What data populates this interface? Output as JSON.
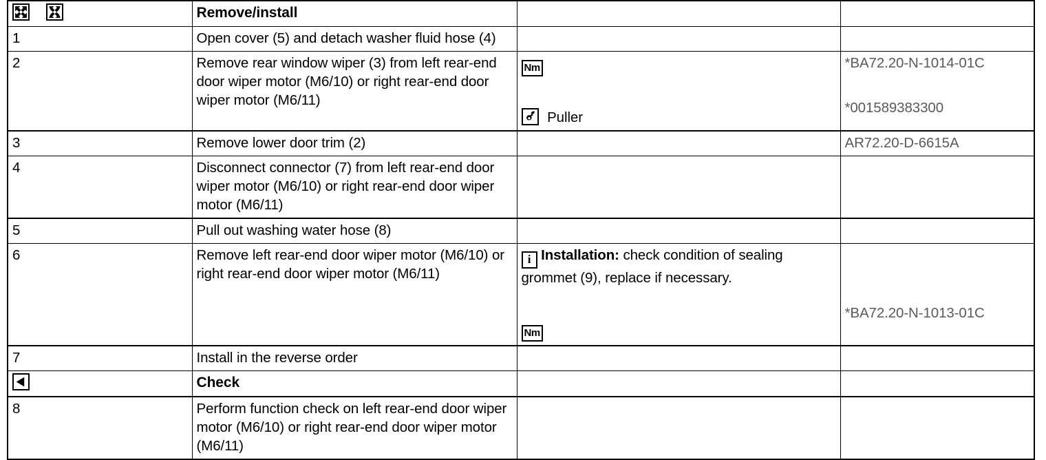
{
  "document": {
    "type": "workshop-service-procedure-table",
    "columns": [
      "step-number",
      "operation",
      "tool-and-note",
      "reference"
    ]
  },
  "sections": {
    "remove_install": {
      "label": "Remove/install",
      "icons": [
        "expand-arrows-icon",
        "collapse-arrows-icon"
      ]
    },
    "check": {
      "label": "Check",
      "icon": "play-left-triangle-icon"
    }
  },
  "icons": {
    "torque": "Nm",
    "info": "i",
    "puller": "puller-tool-icon"
  },
  "rows": [
    {
      "num": "1",
      "operation": "Open cover (5) and detach washer fluid hose (4)",
      "aux": "",
      "ref": ""
    },
    {
      "num": "2",
      "operation": "Remove rear window wiper (3) from left rear-end door wiper motor (M6/10) or right rear-end door wiper motor (M6/11)",
      "aux_torque": "Nm",
      "aux_tool_label": "Puller",
      "ref_1": "*BA72.20-N-1014-01C",
      "ref_2": "*001589383300"
    },
    {
      "num": "3",
      "operation": "Remove lower door trim (2)",
      "aux": "",
      "ref": "AR72.20-D-6615A"
    },
    {
      "num": "4",
      "operation": "Disconnect connector (7) from left rear-end door wiper motor (M6/10) or right rear-end door wiper motor (M6/11)",
      "aux": "",
      "ref": ""
    },
    {
      "num": "5",
      "operation": "Pull out washing water hose (8)",
      "aux": "",
      "ref": ""
    },
    {
      "num": "6",
      "operation": "Remove left rear-end door wiper motor (M6/10) or right rear-end door wiper motor (M6/11)",
      "aux_note_lead": "Installation:",
      "aux_note_body": " check condition of sealing grommet (9), replace if necessary.",
      "aux_torque": "Nm",
      "ref": "*BA72.20-N-1013-01C"
    },
    {
      "num": "7",
      "operation": "Install in the reverse order",
      "aux": "",
      "ref": ""
    },
    {
      "num": "8",
      "operation": "Perform function check on left rear-end door wiper motor (M6/10) or right rear-end door wiper motor (M6/11)",
      "aux": "",
      "ref": ""
    }
  ],
  "colors": {
    "ink": "#000000",
    "reference_ink": "#5a5a5a",
    "page": "#ffffff"
  }
}
